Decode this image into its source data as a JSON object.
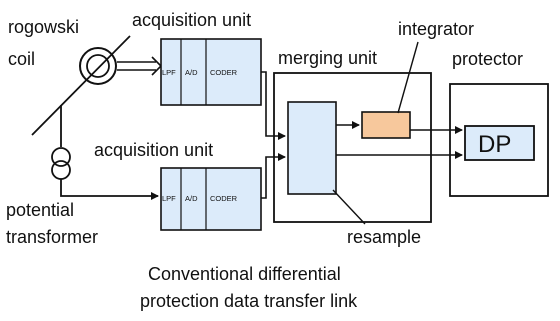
{
  "labels": {
    "rogowski_line1": "rogowski",
    "rogowski_line2": "coil",
    "acquisition_top": "acquisition unit",
    "acquisition_bottom": "acquisition unit",
    "merging_unit": "merging unit",
    "integrator": "integrator",
    "protector": "protector",
    "potential_line1": "potential",
    "potential_line2": "transformer",
    "resample": "resample",
    "dp": "DP"
  },
  "acq_units": {
    "top": {
      "lpf": "LPF",
      "ad": "A/D",
      "coder": "CODER"
    },
    "bottom": {
      "lpf": "LPF",
      "ad": "A/D",
      "coder": "CODER"
    }
  },
  "caption": {
    "line1": "Conventional differential",
    "line2": "protection data transfer link"
  },
  "colors": {
    "block_fill": "#dcebfa",
    "integrator_fill": "#f7c89c",
    "stroke": "#111111"
  }
}
